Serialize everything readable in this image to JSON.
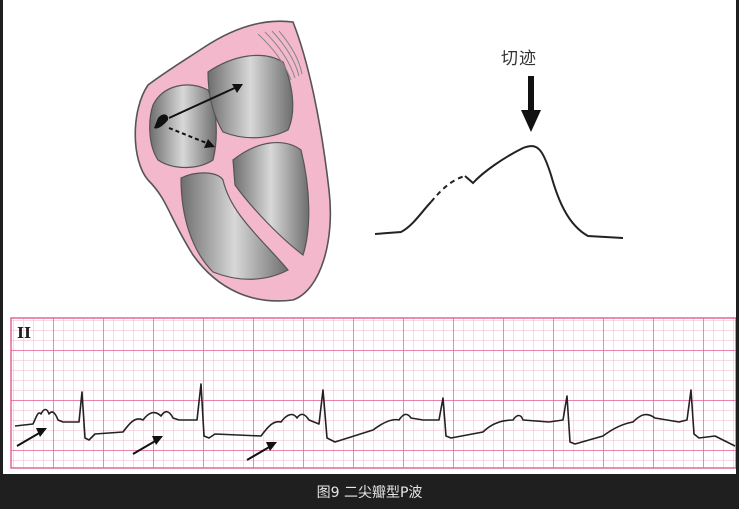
{
  "figure": {
    "notch_label": "切迹",
    "lead_label": "II",
    "caption": "图9 二尖瓣型P波"
  },
  "colors": {
    "heart_wall": "#f4b8cc",
    "heart_outline": "#555555",
    "chamber_gray": "#9a9a9a",
    "ecg_grid_minor": "#f5a9c8",
    "ecg_grid_major": "#e85a95",
    "trace": "#222222"
  }
}
